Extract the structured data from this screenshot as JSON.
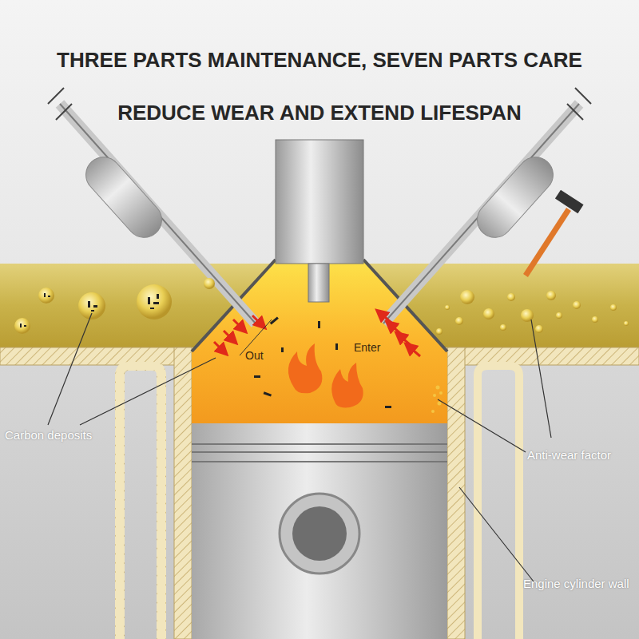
{
  "diagram": {
    "title": "THREE PARTS MAINTENANCE, SEVEN PARTS CARE REDUCE WEAR AND EXTEND LIFESPAN",
    "labels": [
      "Out",
      "Enter",
      "Carbon deposits",
      "Anti-wear factor",
      "Engine cylinder wall"
    ]
  }
}
